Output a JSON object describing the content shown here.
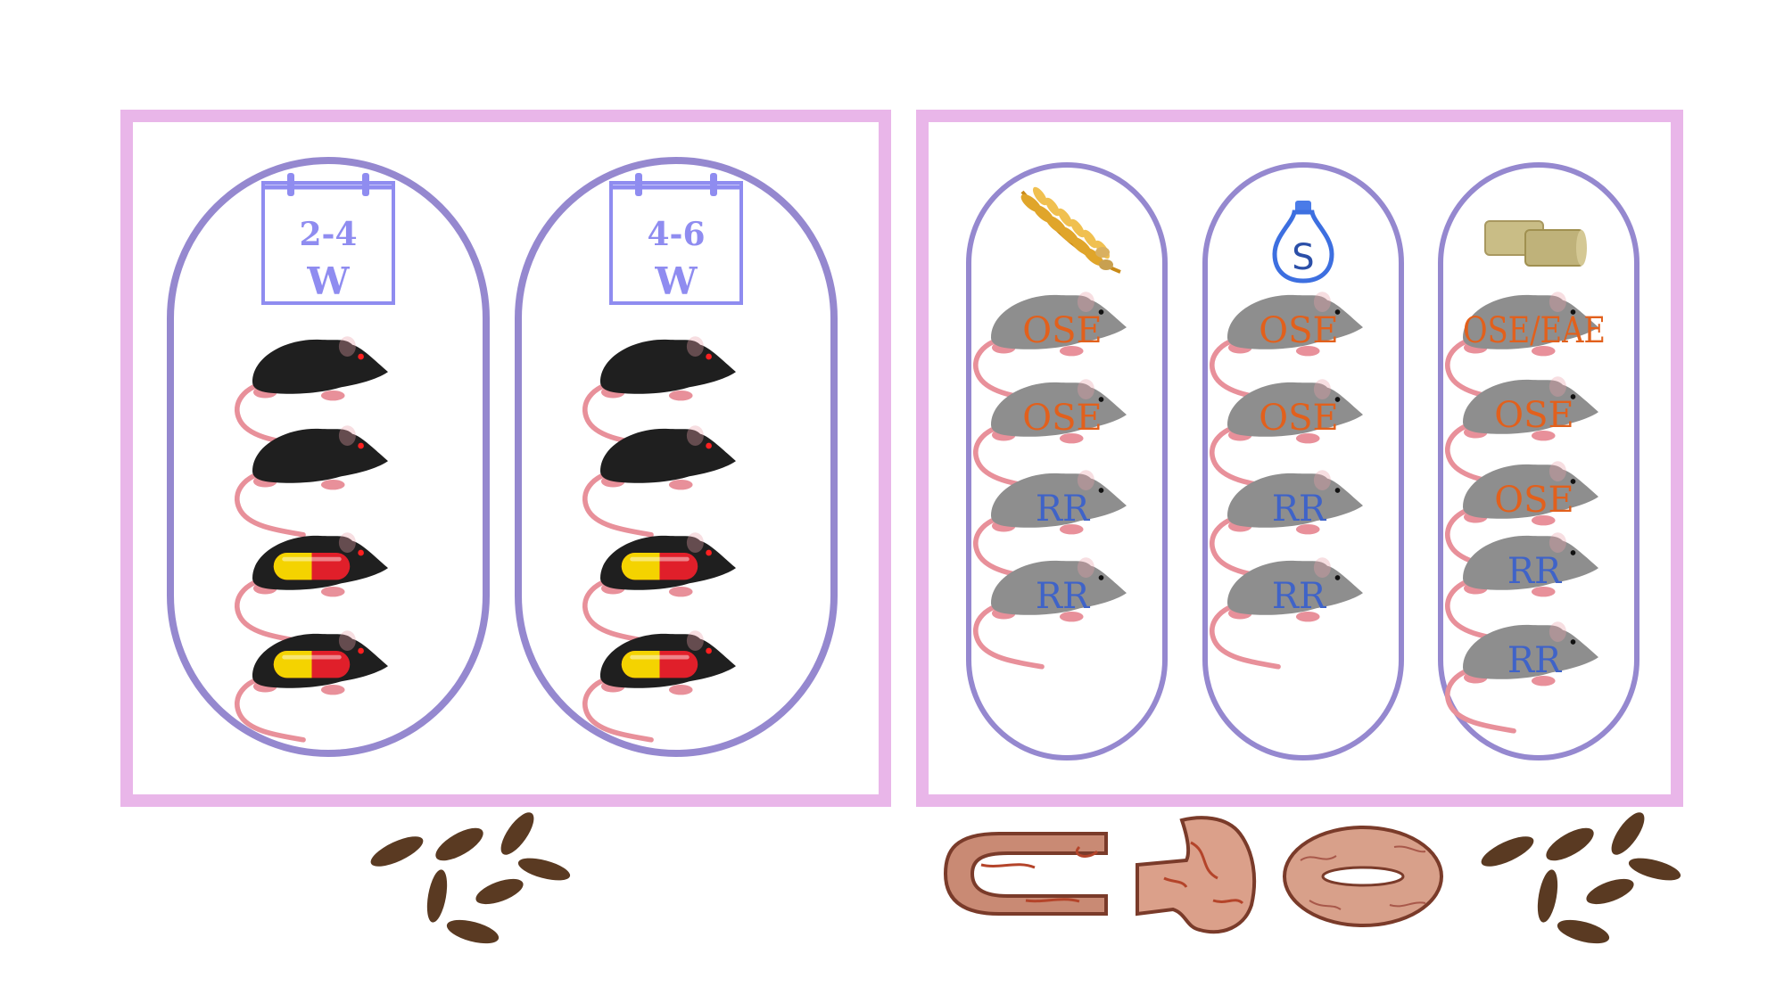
{
  "colors": {
    "panel_border": "#e9b6e9",
    "capsule_border": "#9588cf",
    "calendar": "#8f8cf0",
    "black_mouse": "#1f1f1f",
    "grey_mouse": "#8e8e8e",
    "tail": "#e8909a",
    "label_ose": "#e2601c",
    "label_rr": "#3f63c8",
    "feces": "#5a3a22",
    "intestine": "#c98a74"
  },
  "left_panel": {
    "groups": [
      {
        "calendar": {
          "line1": "2-4",
          "line2": "W"
        },
        "mice": [
          {
            "color": "black",
            "pill": false
          },
          {
            "color": "black",
            "pill": false
          },
          {
            "color": "black",
            "pill": true
          },
          {
            "color": "black",
            "pill": true
          }
        ]
      },
      {
        "calendar": {
          "line1": "4-6",
          "line2": "W"
        },
        "mice": [
          {
            "color": "black",
            "pill": false
          },
          {
            "color": "black",
            "pill": false
          },
          {
            "color": "black",
            "pill": true
          },
          {
            "color": "black",
            "pill": true
          }
        ]
      }
    ]
  },
  "right_panel": {
    "groups": [
      {
        "icon": "wheat-icon",
        "mice": [
          {
            "label": "OSE",
            "kind": "ose"
          },
          {
            "label": "OSE",
            "kind": "ose"
          },
          {
            "label": "RR",
            "kind": "rr"
          },
          {
            "label": "RR",
            "kind": "rr"
          }
        ]
      },
      {
        "icon": "salt-shaker-icon",
        "icon_text": "S",
        "mice": [
          {
            "label": "OSE",
            "kind": "ose"
          },
          {
            "label": "OSE",
            "kind": "ose"
          },
          {
            "label": "RR",
            "kind": "rr"
          },
          {
            "label": "RR",
            "kind": "rr"
          }
        ]
      },
      {
        "icon": "food-pellets-icon",
        "mice": [
          {
            "label": "OSE/EAE",
            "kind": "ose"
          },
          {
            "label": "OSE",
            "kind": "ose"
          },
          {
            "label": "OSE",
            "kind": "ose"
          },
          {
            "label": "RR",
            "kind": "rr"
          },
          {
            "label": "RR",
            "kind": "rr"
          }
        ]
      }
    ]
  },
  "bottom": {
    "left_icon": "feces-icon",
    "right_icons": [
      "intestine-icon",
      "stomach-icon",
      "cecum-icon",
      "feces-icon"
    ]
  }
}
